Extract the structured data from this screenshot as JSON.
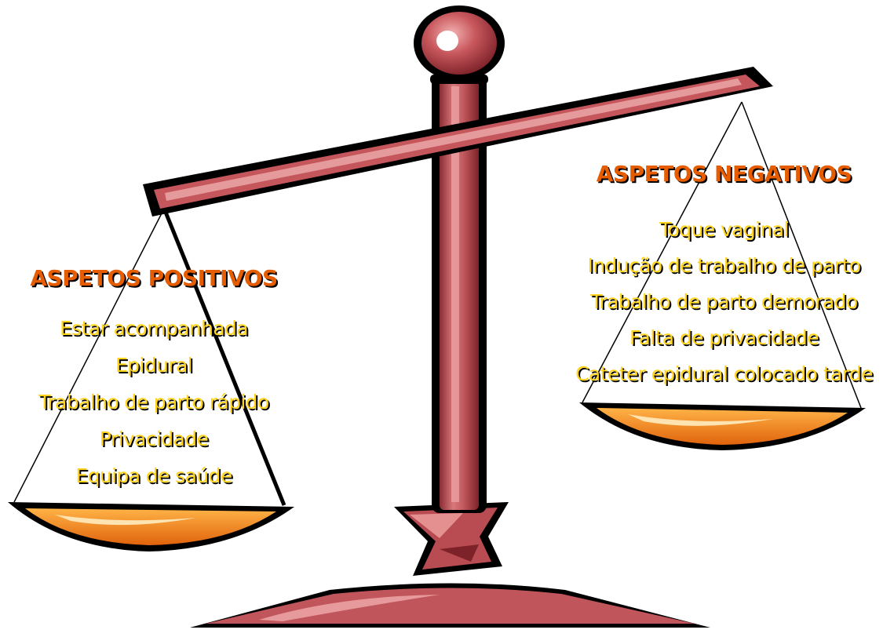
{
  "positive": {
    "title": "ASPETOS POSITIVOS",
    "items": [
      "Estar acompanhada",
      "Epidural",
      "Trabalho de parto rápido",
      "Privacidade",
      "Equipa de saúde"
    ]
  },
  "negative": {
    "title": "ASPETOS NEGATIVOS",
    "items": [
      "Toque vaginal",
      "Indução de trabalho de parto",
      "Trabalho de parto demorado",
      "Falta de privacidade",
      "Cateter epidural colocado tarde"
    ]
  },
  "colors": {
    "title_text": "#e65c00",
    "item_text": "#ffd31a",
    "scale_body": "#c7585c",
    "pan_fill": "#ff8a1e",
    "outline": "#000000"
  }
}
